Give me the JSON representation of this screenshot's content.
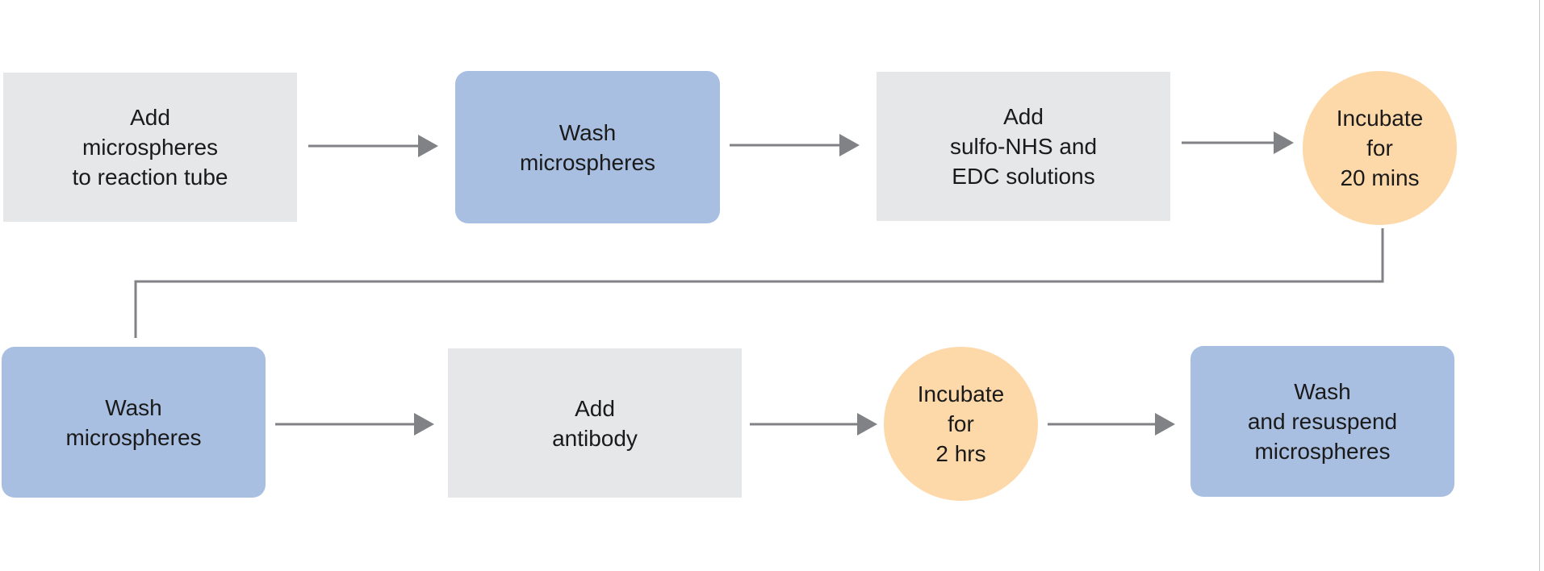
{
  "colors": {
    "step_grey": "#e6e7e8",
    "step_blue": "#a9bfe1",
    "step_orange": "#fdd9a9",
    "connector": "#808285"
  },
  "steps": [
    {
      "id": "add-microspheres",
      "lines": [
        "Add",
        "microspheres",
        "to reaction tube"
      ]
    },
    {
      "id": "wash-microspheres-1",
      "lines": [
        "Wash",
        "microspheres"
      ]
    },
    {
      "id": "add-sulfo-nhs-edc",
      "lines": [
        "Add",
        "sulfo-NHS and",
        "EDC solutions"
      ]
    },
    {
      "id": "incubate-20-mins",
      "lines": [
        "Incubate",
        "for",
        "20 mins"
      ]
    },
    {
      "id": "wash-microspheres-2",
      "lines": [
        "Wash",
        "microspheres"
      ]
    },
    {
      "id": "add-antibody",
      "lines": [
        "Add",
        "antibody"
      ]
    },
    {
      "id": "incubate-2-hrs",
      "lines": [
        "Incubate",
        "for",
        "2 hrs"
      ]
    },
    {
      "id": "wash-and-resuspend",
      "lines": [
        "Wash",
        "and resuspend",
        "microspheres"
      ]
    }
  ]
}
